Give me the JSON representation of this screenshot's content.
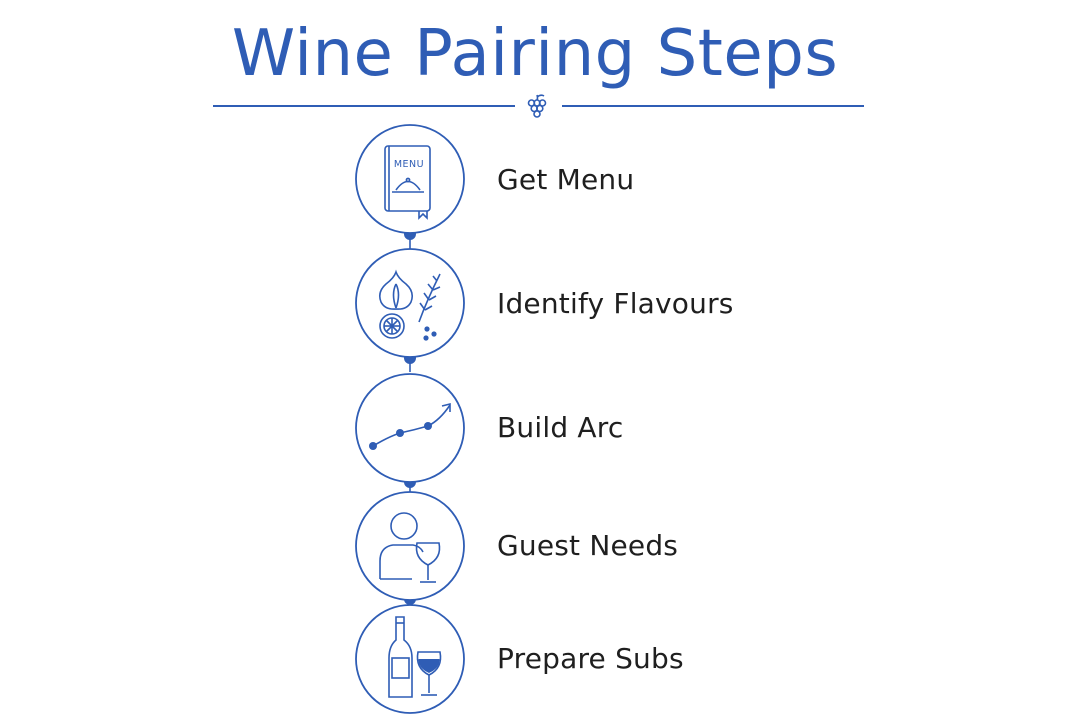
{
  "title": "Wine Pairing Steps",
  "colors": {
    "accent": "#2f5db5",
    "text": "#1f1f1f",
    "background": "#ffffff"
  },
  "steps": [
    {
      "label": "Get Menu",
      "icon": "menu-icon",
      "menu_text": "MENU"
    },
    {
      "label": "Identify Flavours",
      "icon": "ingredients-icon"
    },
    {
      "label": "Build Arc",
      "icon": "rising-arc-icon"
    },
    {
      "label": "Guest Needs",
      "icon": "guest-with-wine-icon"
    },
    {
      "label": "Prepare Subs",
      "icon": "wine-bottle-glass-icon"
    }
  ],
  "header_icon": "grapes-icon"
}
